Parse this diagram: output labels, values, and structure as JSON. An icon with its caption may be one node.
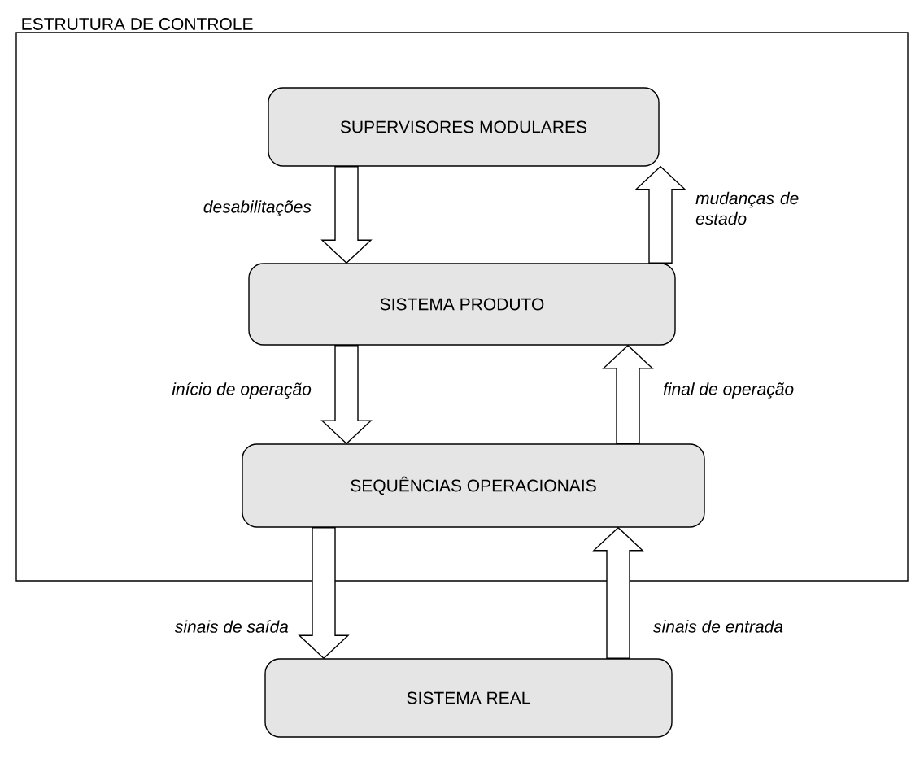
{
  "diagram": {
    "nodes": [
      {
        "text": [
          "ESTRUTURA DE CONTROLE"
        ]
      },
      {
        "text": [
          "SUPERVISORES MODULARES"
        ],
        "in": 0
      },
      {
        "text": [
          "SISTEMA PRODUTO"
        ],
        "in": 0
      },
      {
        "text": [
          "SEQUÊNCIAS OPERACIONAIS"
        ],
        "in": 0
      },
      {
        "text": [
          "SISTEMA REAL"
        ]
      }
    ],
    "edges": [
      {
        "from": 1,
        "to": 2,
        "arrow": "to",
        "label": "desabilitações"
      },
      {
        "from": 2,
        "to": 1,
        "arrow": "to",
        "label": "mudanças de estado"
      },
      {
        "from": 2,
        "to": 3,
        "arrow": "to",
        "label": "início de operação"
      },
      {
        "from": 3,
        "to": 2,
        "arrow": "to",
        "label": "final de operação"
      },
      {
        "from": 3,
        "to": 4,
        "arrow": "to",
        "label": "sinais de saída"
      },
      {
        "from": 4,
        "to": 3,
        "arrow": "to",
        "label": "sinais de entrada"
      }
    ]
  }
}
